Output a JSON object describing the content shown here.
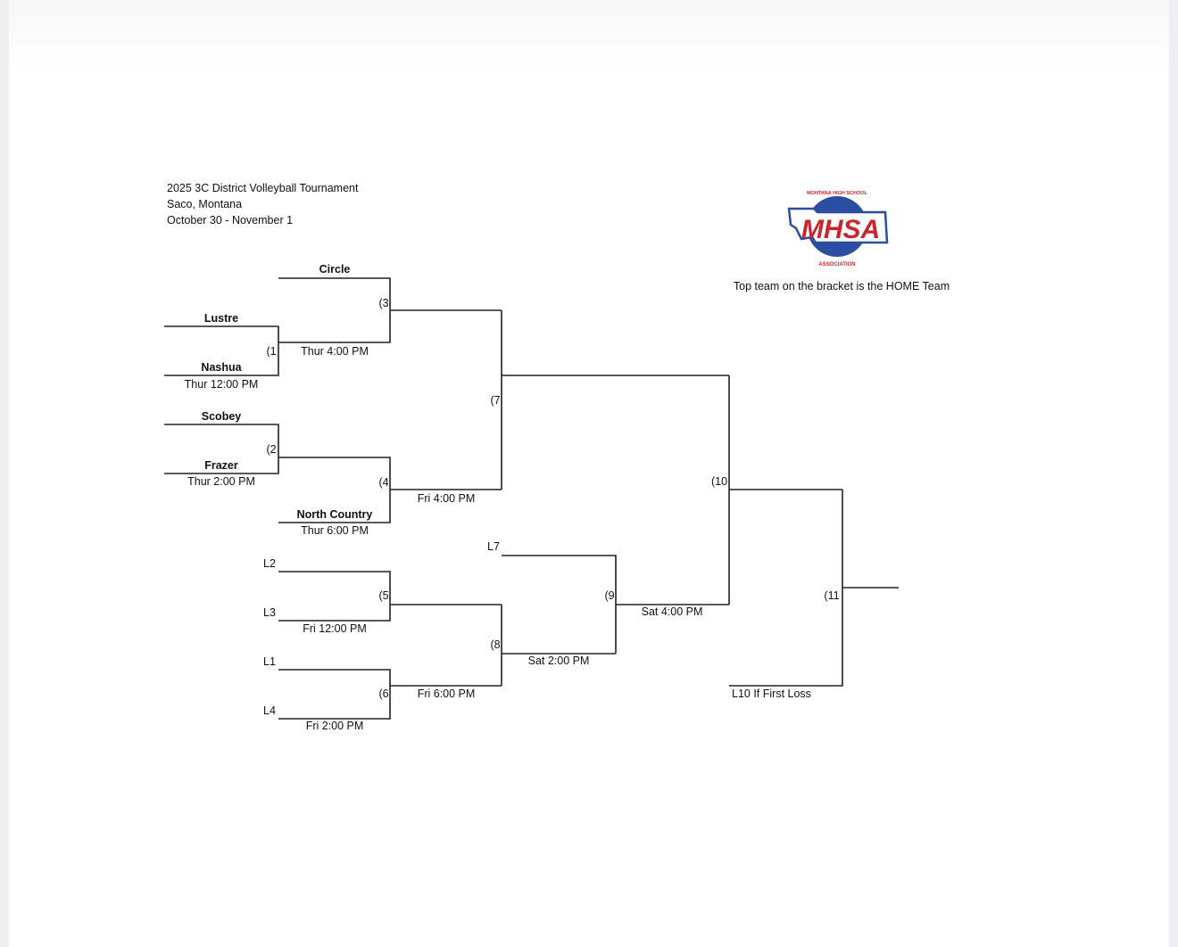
{
  "header": {
    "title": "2025 3C District Volleyball Tournament",
    "location": "Saco, Montana",
    "dates": "October 30 - November 1"
  },
  "logo": {
    "name": "MHSA",
    "arc_top": "MONTANA HIGH SCHOOL",
    "arc_bottom": "ASSOCIATION",
    "colors": {
      "blue": "#2b4ea2",
      "red": "#c8262c"
    }
  },
  "note": "Top team on the bracket is the HOME Team",
  "teams": {
    "circle": "Circle",
    "lustre": "Lustre",
    "nashua": "Nashua",
    "scobey": "Scobey",
    "frazer": "Frazer",
    "north_country": "North Country"
  },
  "games": {
    "g1": {
      "num": "(1",
      "time": "Thur 12:00 PM"
    },
    "g2": {
      "num": "(2",
      "time": "Thur 2:00 PM"
    },
    "g3": {
      "num": "(3",
      "time": "Thur 4:00 PM"
    },
    "g4": {
      "num": "(4",
      "time": "Thur 6:00 PM"
    },
    "g5": {
      "num": "(5",
      "time": "Fri 12:00 PM"
    },
    "g6": {
      "num": "(6",
      "time": "Fri 2:00 PM"
    },
    "g7": {
      "num": "(7",
      "time": "Fri 4:00 PM"
    },
    "g8": {
      "num": "(8",
      "time": "Fri 6:00 PM"
    },
    "g9": {
      "num": "(9",
      "time": "Sat 2:00 PM"
    },
    "g10": {
      "num": "(10",
      "time": "Sat 4:00 PM"
    },
    "g11": {
      "num": "(11",
      "slot": "L10 If First Loss"
    }
  },
  "loser_slots": {
    "l2": "L2",
    "l3": "L3",
    "l1": "L1",
    "l4": "L4",
    "l7": "L7"
  }
}
